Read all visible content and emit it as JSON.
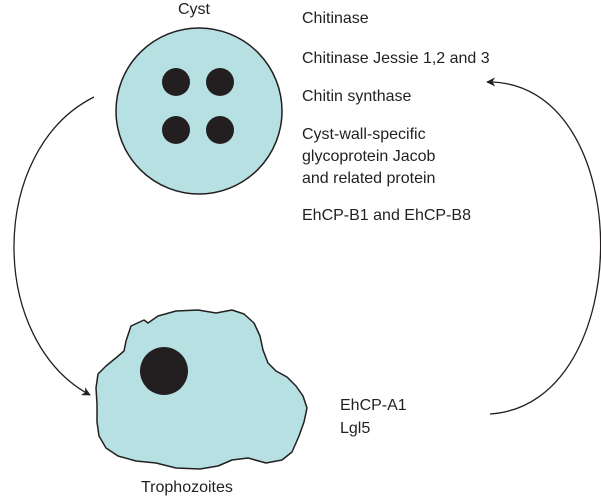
{
  "cyst": {
    "title": "Cyst",
    "colors": {
      "fill": "#b7e0e3",
      "outline": "#231f20",
      "nucleus": "#231f20"
    }
  },
  "trophozoite": {
    "title": "Trophozoites"
  },
  "encystation_factors": {
    "items": [
      "Chitinase",
      "Chitinase Jessie 1,2 and 3",
      "Chitin synthase",
      "Cyst-wall-specific",
      "glycoprotein Jacob",
      "and related protein",
      "EhCP-B1 and EhCP-B8"
    ]
  },
  "excystation_factors": {
    "items": [
      "EhCP-A1",
      "Lgl5"
    ]
  },
  "arrow_color": "#231f20"
}
